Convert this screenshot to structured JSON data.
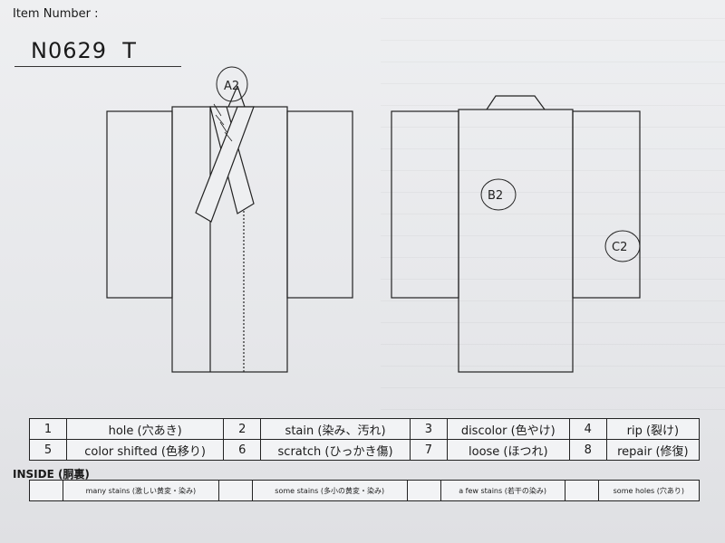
{
  "item_number_label": "Item Number :",
  "item_number": "N0629  T",
  "annotations": {
    "a2": "A2",
    "b2": "B2",
    "c2": "C2"
  },
  "legend": [
    {
      "num": "1",
      "label": "hole (穴あき)"
    },
    {
      "num": "2",
      "label": "stain (染み、汚れ)"
    },
    {
      "num": "3",
      "label": "discolor (色やけ)"
    },
    {
      "num": "4",
      "label": "rip (裂け)"
    },
    {
      "num": "5",
      "label": "color shifted (色移り)"
    },
    {
      "num": "6",
      "label": "scratch (ひっかき傷)"
    },
    {
      "num": "7",
      "label": "loose (ほつれ)"
    },
    {
      "num": "8",
      "label": "repair (修復)"
    }
  ],
  "inside_label": "INSIDE (胴裏)",
  "inside_items": [
    "many stains (激しい黄変・染み)",
    "some stains (多小の黄変・染み)",
    "a few stains (若干の染み)",
    "some holes (穴あり)"
  ]
}
